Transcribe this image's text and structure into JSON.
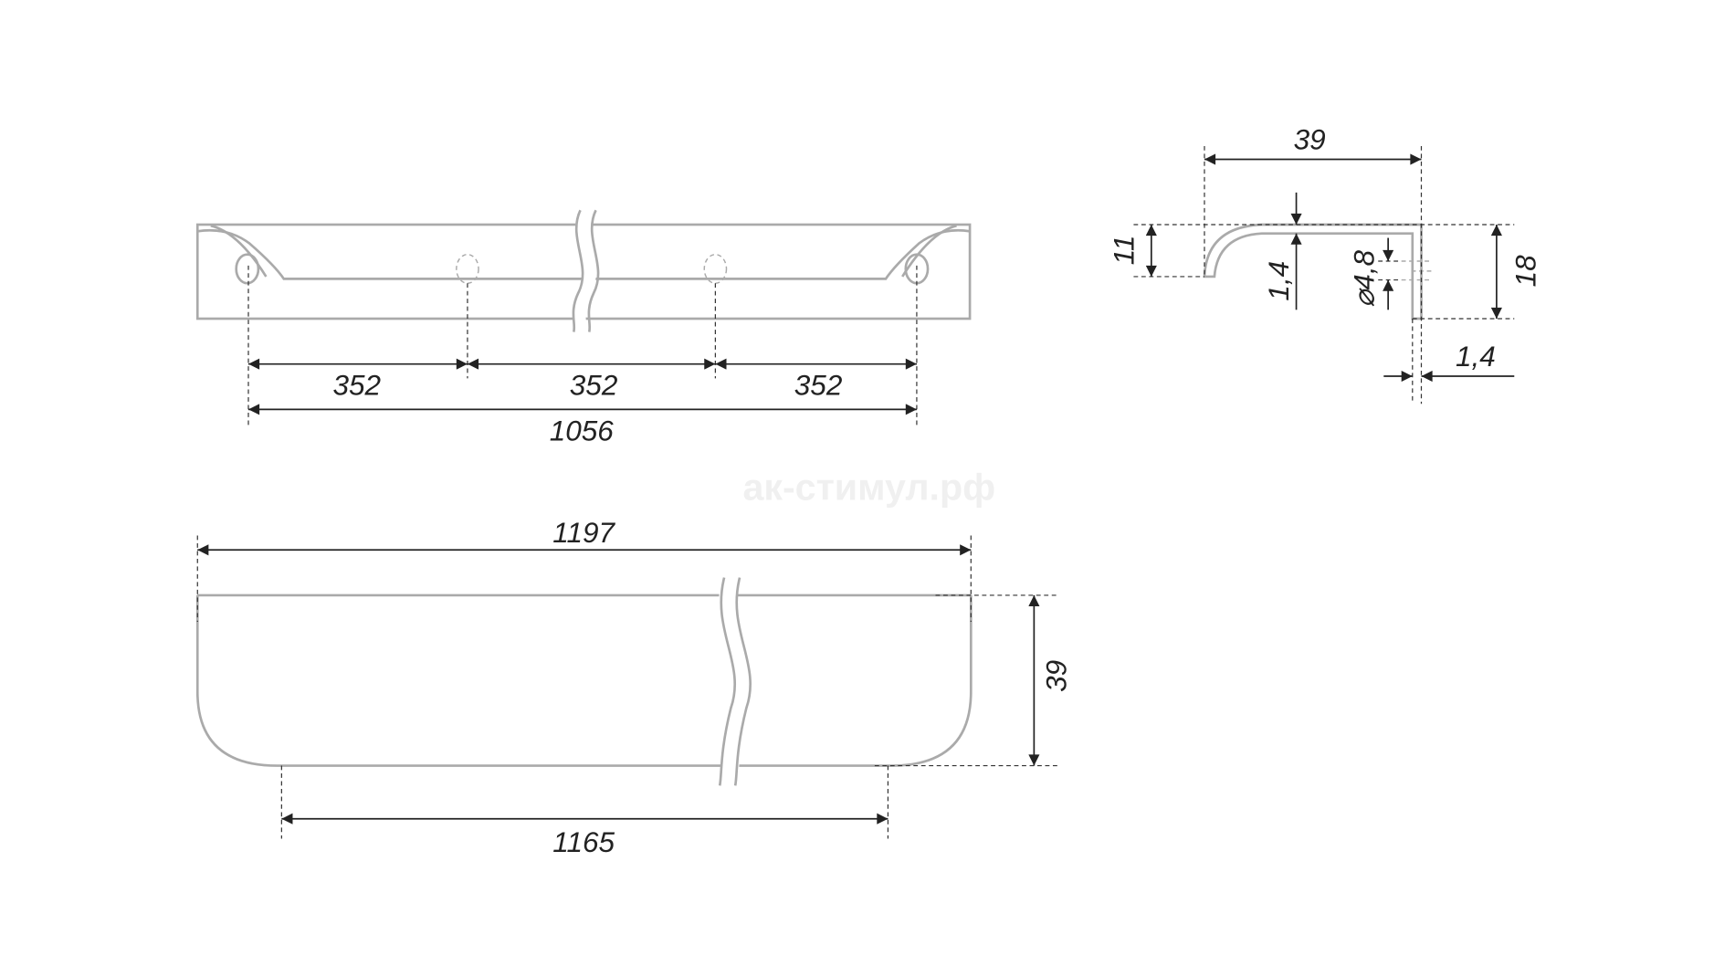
{
  "watermark": "ак-стимул.рф",
  "top_view": {
    "spacing_1": "352",
    "spacing_2": "352",
    "spacing_3": "352",
    "total_hole_span": "1056"
  },
  "bottom_view": {
    "overall_length": "1197",
    "depth": "39",
    "bottom_length": "1165"
  },
  "profile": {
    "width": "39",
    "lip_height": "11",
    "wall_thickness_top": "1,4",
    "hole_diameter": "⌀4,8",
    "height": "18",
    "wall_thickness_side": "1,4"
  },
  "colors": {
    "part": "#aaaaaa",
    "dimension": "#222222"
  }
}
